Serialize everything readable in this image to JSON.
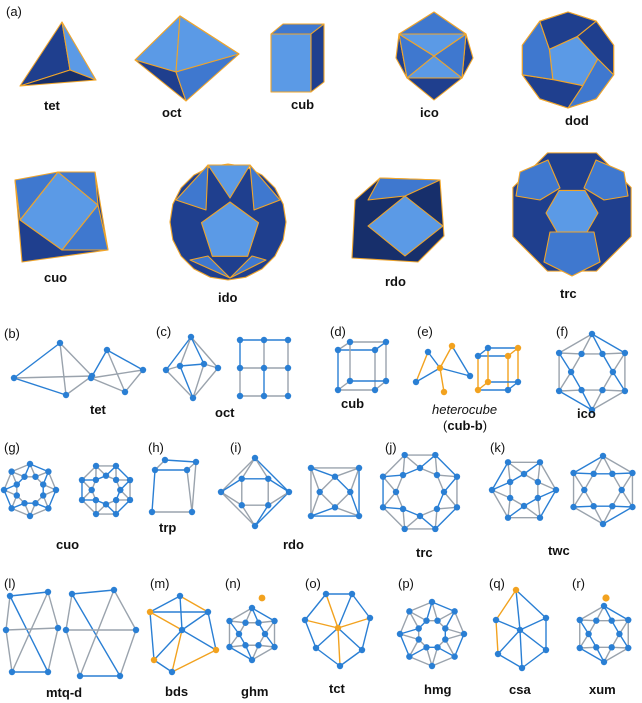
{
  "colors": {
    "face_light": "#5b9ae6",
    "face_mid": "#3f78cf",
    "face_dark": "#1f3f8e",
    "face_darker": "#172f6b",
    "edge_orange": "#f0a52a",
    "node_blue": "#2a7fd4",
    "strut_grey": "#9aa3ad",
    "accent_orange": "#f2a21f"
  },
  "panel_a": {
    "panel_label": "(a)",
    "polyhedra": [
      {
        "label": "tet",
        "icon": "tetrahedron-icon"
      },
      {
        "label": "oct",
        "icon": "octahedron-icon"
      },
      {
        "label": "cub",
        "icon": "cube-icon"
      },
      {
        "label": "ico",
        "icon": "icosahedron-icon"
      },
      {
        "label": "dod",
        "icon": "dodecahedron-icon"
      },
      {
        "label": "cuo",
        "icon": "cuboctahedron-icon"
      },
      {
        "label": "ido",
        "icon": "icosidodecahedron-icon"
      },
      {
        "label": "rdo",
        "icon": "rhombic-dodecahedron-icon"
      },
      {
        "label": "trc",
        "icon": "truncated-octahedron-icon"
      }
    ]
  },
  "cages": [
    {
      "panel": "(b)",
      "label": "tet"
    },
    {
      "panel": "(c)",
      "label": "oct"
    },
    {
      "panel": "(d)",
      "label": "cub"
    },
    {
      "panel": "(e)",
      "label_italic": "heterocube",
      "label_paren_open": "(",
      "label_bold": "cub-b",
      "label_paren_close": ")"
    },
    {
      "panel": "(f)",
      "label": "ico"
    },
    {
      "panel": "(g)",
      "label": "cuo"
    },
    {
      "panel": "(h)",
      "label": "trp"
    },
    {
      "panel": "(i)",
      "label": "rdo"
    },
    {
      "panel": "(j)",
      "label": "trc"
    },
    {
      "panel": "(k)",
      "label": "twc"
    },
    {
      "panel": "(l)",
      "label": "mtq-d"
    },
    {
      "panel": "(m)",
      "label": "bds"
    },
    {
      "panel": "(n)",
      "label": "ghm"
    },
    {
      "panel": "(o)",
      "label": "tct"
    },
    {
      "panel": "(p)",
      "label": "hmg"
    },
    {
      "panel": "(q)",
      "label": "csa"
    },
    {
      "panel": "(r)",
      "label": "xum"
    }
  ]
}
